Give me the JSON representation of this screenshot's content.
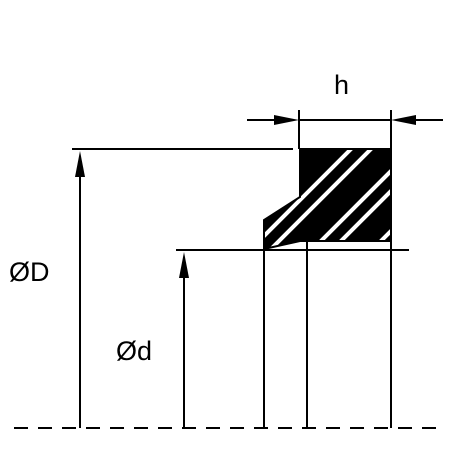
{
  "labels": {
    "height": "h",
    "outer_diameter": "ØD",
    "inner_diameter": "Ød"
  },
  "colors": {
    "line": "#000000",
    "background": "#ffffff"
  }
}
